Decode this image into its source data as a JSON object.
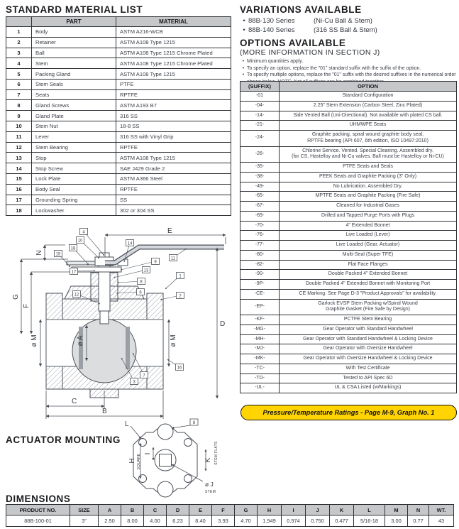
{
  "material_list": {
    "title": "STANDARD MATERIAL LIST",
    "headers": {
      "part": "PART",
      "material": "MATERIAL"
    },
    "rows": [
      {
        "no": "1",
        "part": "Body",
        "material": "ASTM A216-WCB"
      },
      {
        "no": "2",
        "part": "Retainer",
        "material": "ASTM A108 Type 1215"
      },
      {
        "no": "3",
        "part": "Ball",
        "material": "ASTM A108 Type 1215 Chrome Plated"
      },
      {
        "no": "4",
        "part": "Stem",
        "material": "ASTM A108 Type 1215 Chrome Plated"
      },
      {
        "no": "5",
        "part": "Packing Gland",
        "material": "ASTM A108 Type 1215"
      },
      {
        "no": "6",
        "part": "Stem Seals",
        "material": "PTFE"
      },
      {
        "no": "7",
        "part": "Seats",
        "material": "RPTFE"
      },
      {
        "no": "8",
        "part": "Gland Screws",
        "material": "ASTM A193 B7"
      },
      {
        "no": "9",
        "part": "Gland Plate",
        "material": "316 SS"
      },
      {
        "no": "10",
        "part": "Stem Nut",
        "material": "18-8 SS"
      },
      {
        "no": "11",
        "part": "Lever",
        "material": "316 SS with Vinyl Grip"
      },
      {
        "no": "12",
        "part": "Stem Bearing",
        "material": "RPTFE"
      },
      {
        "no": "13",
        "part": "Stop",
        "material": "ASTM A108 Type 1215"
      },
      {
        "no": "14",
        "part": "Stop Screw",
        "material": "SAE J429 Grade 2"
      },
      {
        "no": "15",
        "part": "Lock Plate",
        "material": "ASTM A366 Steel"
      },
      {
        "no": "16",
        "part": "Body Seal",
        "material": "RPTFE"
      },
      {
        "no": "17",
        "part": "Grounding Spring",
        "material": "SS"
      },
      {
        "no": "18",
        "part": "Lockwasher",
        "material": "302 or 304 SS"
      }
    ]
  },
  "variations": {
    "title": "VARIATIONS AVAILABLE",
    "items": [
      {
        "series": "88B-130 Series",
        "desc": "(Ni-Cu Ball & Stem)"
      },
      {
        "series": "88B-140 Series",
        "desc": "(316 SS Ball & Stem)"
      }
    ]
  },
  "options": {
    "title": "OPTIONS AVAILABLE",
    "subtitle": "(MORE INFORMATION IN SECTION J)",
    "notes": [
      "Minimum quantities apply.",
      "To specify an option, replace the \"01\" standard suffix with the suffix of the option.",
      "To specify multiple options, replace the \"01\" suffix with the desired suffixes in the numerical order shown below. NOTE: Not all suffixes can be combined together."
    ],
    "headers": {
      "suffix": "(SUFFIX)",
      "option": "OPTION"
    },
    "rows": [
      {
        "suffix": "-01",
        "option": "Standard Configuration"
      },
      {
        "suffix": "-04-",
        "option": "2.25\" Stem Extension (Carbon Steel, Zinc Plated)"
      },
      {
        "suffix": "-14-",
        "option": "Side Vented Ball (Uni-Directional). Not available with plated CS ball."
      },
      {
        "suffix": "-21-",
        "option": "UHMWPE Seats"
      },
      {
        "suffix": "-24-",
        "option": "Graphite packing, spiral wound graphite body seal,\nRPTFE bearing (API 607, 6th edition, ISO 10497:2010)"
      },
      {
        "suffix": "-26-",
        "option": "Chlorine Service. Vented. Special Cleaning. Assembled dry.\n(for CS, Hastelloy and Ni-Cu valves. Ball must be Hastelloy or Ni-CU)"
      },
      {
        "suffix": "-35-",
        "option": "PTFE Seats and Seals"
      },
      {
        "suffix": "-38-",
        "option": "PEEK Seats and Graphite Packing (3\" Only)"
      },
      {
        "suffix": "-49-",
        "option": "No Lubrication.  Assembled Dry."
      },
      {
        "suffix": "-65-",
        "option": "MPTFE Seats and Graphite Packing (Fire Safe)"
      },
      {
        "suffix": "-67-",
        "option": "Cleaned for Industrial Gases"
      },
      {
        "suffix": "-69-",
        "option": "Drilled and Tapped Purge Ports with Plugs"
      },
      {
        "suffix": "-70-",
        "option": "4\" Extended Bonnet"
      },
      {
        "suffix": "-76-",
        "option": "Live Loaded (Lever)"
      },
      {
        "suffix": "-77-",
        "option": "Live Loaded (Gear, Actuator)"
      },
      {
        "suffix": "-80-",
        "option": "Multi-Seal (Super TFE)"
      },
      {
        "suffix": "-82-",
        "option": "Flat Face Flanges"
      },
      {
        "suffix": "-90-",
        "option": "Double Packed 4\" Extended Bonnet"
      },
      {
        "suffix": "-9P-",
        "option": "Double Packed 4\" Extended Bonnet with Monitoring Port"
      },
      {
        "suffix": "-CE-",
        "option": "CE Marking. See Page D-3 \"Product Approvals\" for availability."
      },
      {
        "suffix": "-EP-",
        "option": "Garlock EVSP Stem Packing w/Spiral Wound\nGraphite Gasket (Fire Safe by Design)"
      },
      {
        "suffix": "-KF-",
        "option": "PCTFE Stem Bearing"
      },
      {
        "suffix": "-MG-",
        "option": "Gear Operator with Standard Handwheel"
      },
      {
        "suffix": "-MH-",
        "option": "Gear Operator with Standard Handwheel & Locking Device"
      },
      {
        "suffix": "-MJ-",
        "option": "Gear Operator with Oversize Handwheel"
      },
      {
        "suffix": "-MK-",
        "option": "Gear Operator with Oversize Handwheel & Locking Device"
      },
      {
        "suffix": "-TC-",
        "option": "With Test Certificate"
      },
      {
        "suffix": "-TD-",
        "option": "Tested to API Spec 6D"
      },
      {
        "suffix": "-UL-",
        "option": "UL & CSA Listed (w/Markings)"
      }
    ]
  },
  "ratings_banner": {
    "text": "Pressure/Temperature Ratings - Page M-9, Graph No. 1",
    "bg": "#FFD400"
  },
  "main_drawing": {
    "callouts": [
      "4",
      "10",
      "14",
      "18",
      "15",
      "17",
      "11",
      "9",
      "13",
      "8",
      "6",
      "12",
      "1",
      "2",
      "16",
      "7",
      "3"
    ],
    "dim_labels": {
      "e": "E",
      "n": "N",
      "d": "D",
      "g": "G",
      "f": "F",
      "m_left": "ø M",
      "a": "ø A",
      "m_right": "ø M",
      "c": "C",
      "b": "B"
    }
  },
  "actuator": {
    "title": "ACTUATOR MOUNTING",
    "callout": "8",
    "labels": {
      "l": "L",
      "k": "K",
      "stem_flats": "STEM FLATS",
      "i": "I",
      "h": "H",
      "square": "SQUARE",
      "j": "ø J",
      "stem": "STEM"
    }
  },
  "dimensions": {
    "title": "DIMENSIONS",
    "headers": [
      "PRODUCT NO.",
      "SIZE",
      "A",
      "B",
      "C",
      "D",
      "E",
      "F",
      "G",
      "H",
      "I",
      "J",
      "K",
      "L",
      "M",
      "N",
      "WT."
    ],
    "rows": [
      [
        "88B-100-01",
        "3\"",
        "2.50",
        "8.00",
        "4.00",
        "6.23",
        "8.40",
        "3.93",
        "4.70",
        "1.949",
        "0.974",
        "0.750",
        "0.477",
        "5/16-18",
        "3.00",
        "0.77",
        "43"
      ]
    ]
  }
}
